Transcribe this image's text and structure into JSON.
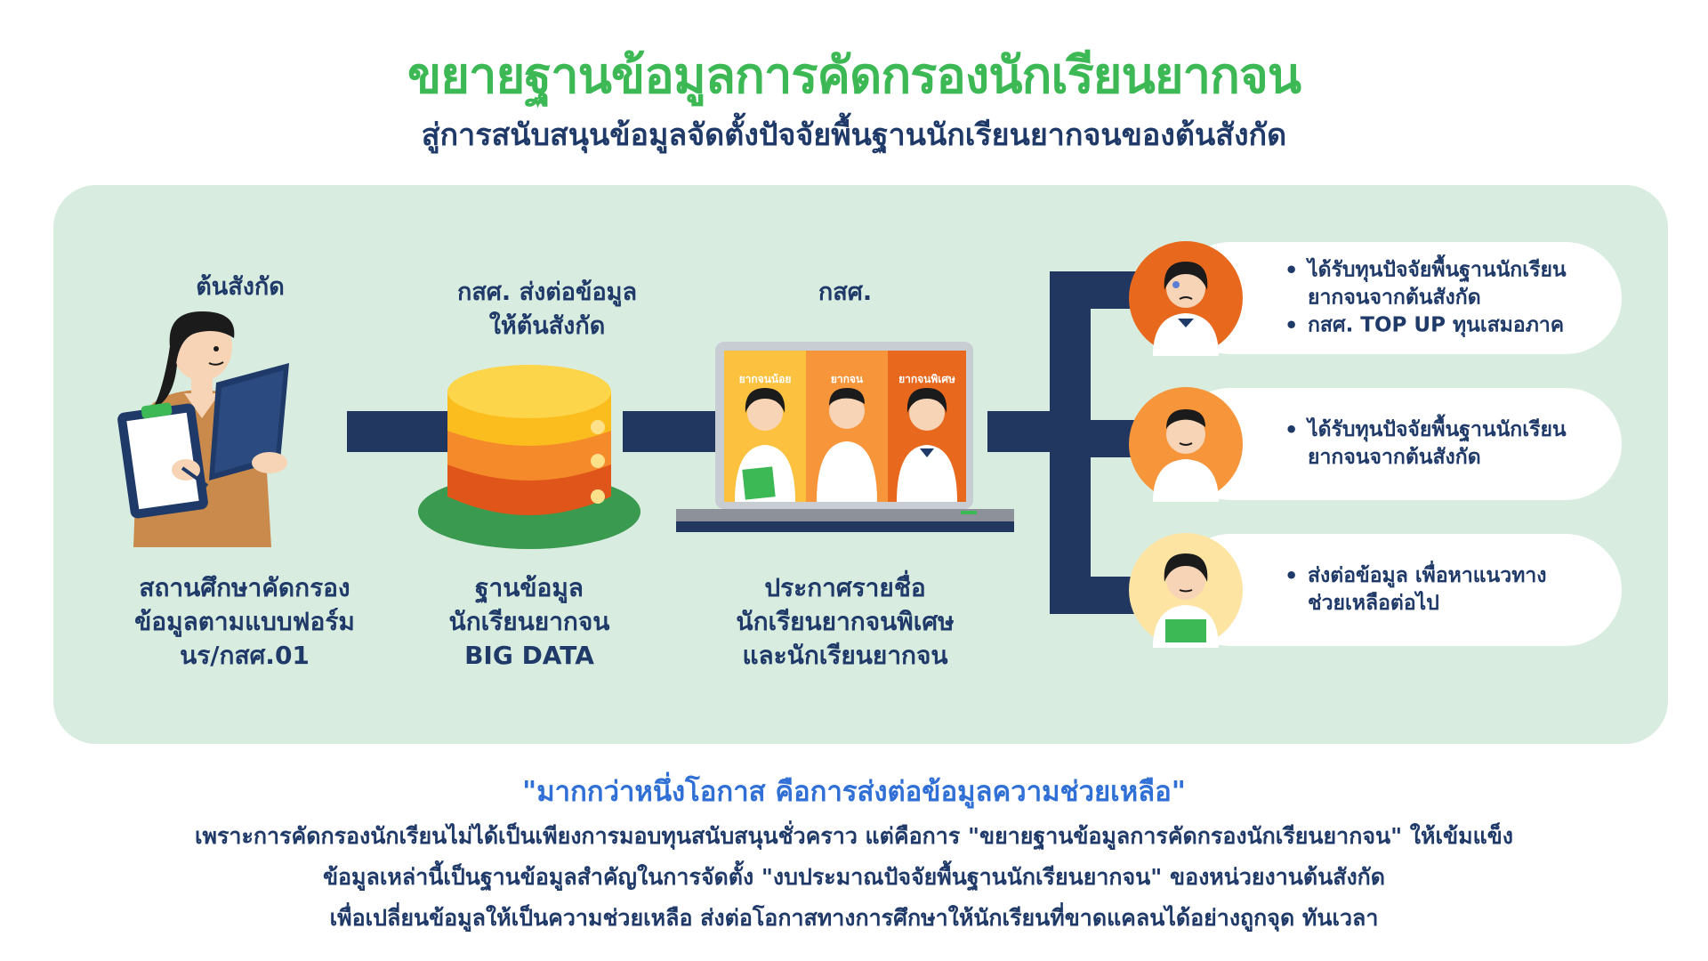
{
  "header": {
    "title": "ขยายฐานข้อมูลการคัดกรองนักเรียนยากจน",
    "subtitle": "สู่การสนับสนุนข้อมูลจัดตั้งปัจจัยพื้นฐานนักเรียนยากจนของต้นสังกัด"
  },
  "flow": {
    "stage1": {
      "label": "ต้นสังกัด",
      "caption": [
        "สถานศึกษาคัดกรอง",
        "ข้อมูลตามแบบฟอร์ม",
        "นร/กสศ.01"
      ]
    },
    "stage2": {
      "label_lines": [
        "กสศ. ส่งต่อข้อมูล",
        "ให้ต้นสังกัด"
      ],
      "caption": [
        "ฐานข้อมูล",
        "นักเรียนยากจน",
        "BIG DATA"
      ]
    },
    "stage3": {
      "label": "กสศ.",
      "columns": [
        "ยากจนน้อย",
        "ยากจน",
        "ยากจนพิเศษ"
      ],
      "caption": [
        "ประกาศรายชื่อ",
        "นักเรียนยากจนพิเศษ",
        "และนักเรียนยากจน"
      ]
    }
  },
  "outcomes": [
    {
      "bullets": [
        "ได้รับทุนปัจจัยพื้นฐานนักเรียน\nยากจนจากต้นสังกัด",
        "กสศ. TOP UP ทุนเสมอภาค"
      ]
    },
    {
      "bullets": [
        "ได้รับทุนปัจจัยพื้นฐานนักเรียน\nยากจนจากต้นสังกัด"
      ]
    },
    {
      "bullets": [
        "ส่งต่อข้อมูล เพื่อหาแนวทาง\nช่วยเหลือต่อไป"
      ]
    }
  ],
  "footer": {
    "quote": "\"มากกว่าหนึ่งโอกาส คือการส่งต่อข้อมูลความช่วยเหลือ\"",
    "lines": [
      "เพราะการคัดกรองนักเรียนไม่ได้เป็นเพียงการมอบทุนสนับสนุนชั่วคราว แต่คือการ \"ขยายฐานข้อมูลการคัดกรองนักเรียนยากจน\" ให้เข้มแข็ง",
      "ข้อมูลเหล่านี้เป็นฐานข้อมูลสำคัญในการจัดตั้ง \"งบประมาณปัจจัยพื้นฐานนักเรียนยากจน\" ของหน่วยงานต้นสังกัด",
      "เพื่อเปลี่ยนข้อมูลให้เป็นความช่วยเหลือ ส่งต่อโอกาสทางการศึกษาให้นักเรียนที่ขาดแคลนได้อย่างถูกจุด ทันเวลา"
    ]
  },
  "colors": {
    "green": "#3cb854",
    "navy": "#1f3a68",
    "panel": "#d9ece0",
    "quote_blue": "#2f6fd6",
    "orange_dark": "#e8691e",
    "orange": "#f7953a",
    "yellow_light": "#fde4a3"
  }
}
